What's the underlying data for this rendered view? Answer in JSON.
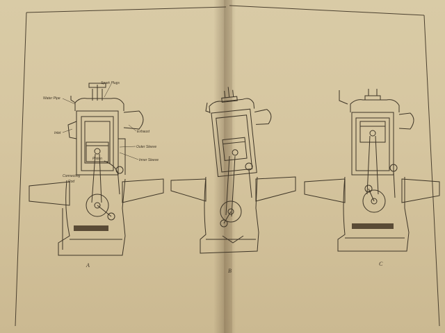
{
  "figure": {
    "panels": [
      {
        "caption": "A"
      },
      {
        "caption": "B"
      },
      {
        "caption": "C"
      }
    ],
    "labels": {
      "spark_plugs": "Spark Plugs",
      "water_pipe": "Water Pipe",
      "inlet": "Inlet",
      "exhaust": "Exhaust",
      "outer_sleeve": "Outer Sleeve",
      "inner_sleeve": "Inner Sleeve",
      "piston": "Piston",
      "connecting_rod_1": "Connecting",
      "connecting_rod_2": "Rod"
    }
  },
  "colors": {
    "paper": "#d6c6a0",
    "ink": "#3d3426"
  }
}
